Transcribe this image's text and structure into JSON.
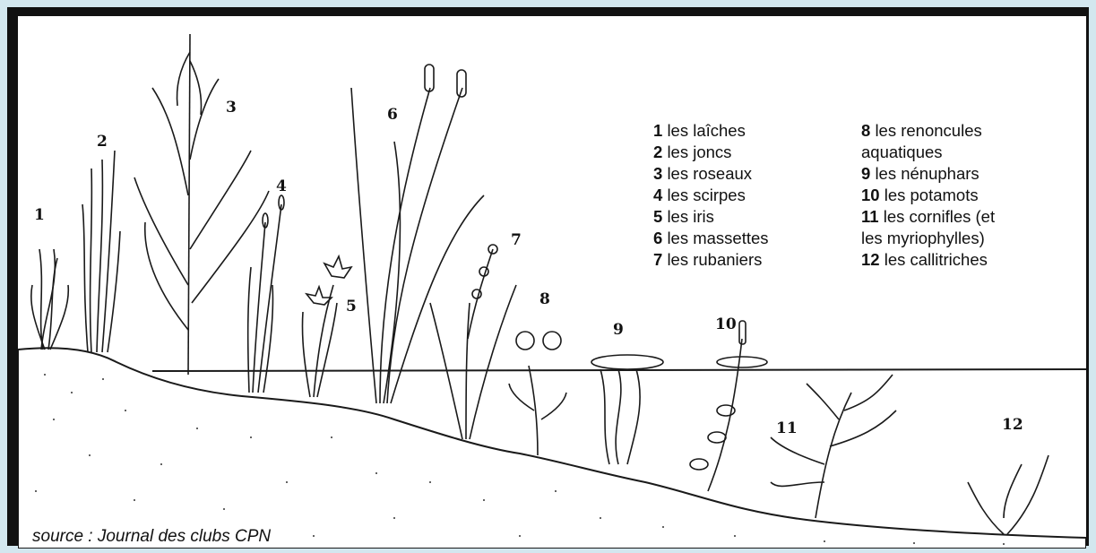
{
  "legend_left": [
    {
      "num": "1",
      "label": "les laîches"
    },
    {
      "num": "2",
      "label": "les joncs"
    },
    {
      "num": "3",
      "label": "les roseaux"
    },
    {
      "num": "4",
      "label": "les scirpes"
    },
    {
      "num": "5",
      "label": "les iris"
    },
    {
      "num": "6",
      "label": "les massettes"
    },
    {
      "num": "7",
      "label": "les rubaniers"
    }
  ],
  "legend_right": [
    {
      "num": "8",
      "label": "les renoncules"
    },
    {
      "num": "",
      "label": "aquatiques"
    },
    {
      "num": "9",
      "label": "les nénuphars"
    },
    {
      "num": "10",
      "label": "les potamots"
    },
    {
      "num": "11",
      "label": "les cornifles (et"
    },
    {
      "num": "",
      "label": "les myriophylles)"
    },
    {
      "num": "12",
      "label": "les callitriches"
    }
  ],
  "plant_numbers": [
    "1",
    "2",
    "3",
    "4",
    "5",
    "6",
    "7",
    "8",
    "9",
    "10",
    "11",
    "12"
  ],
  "source": "source : Journal des clubs CPN",
  "colors": {
    "background": "#d3e7ef",
    "frame": "#111111",
    "ink": "#1a1a1a"
  }
}
